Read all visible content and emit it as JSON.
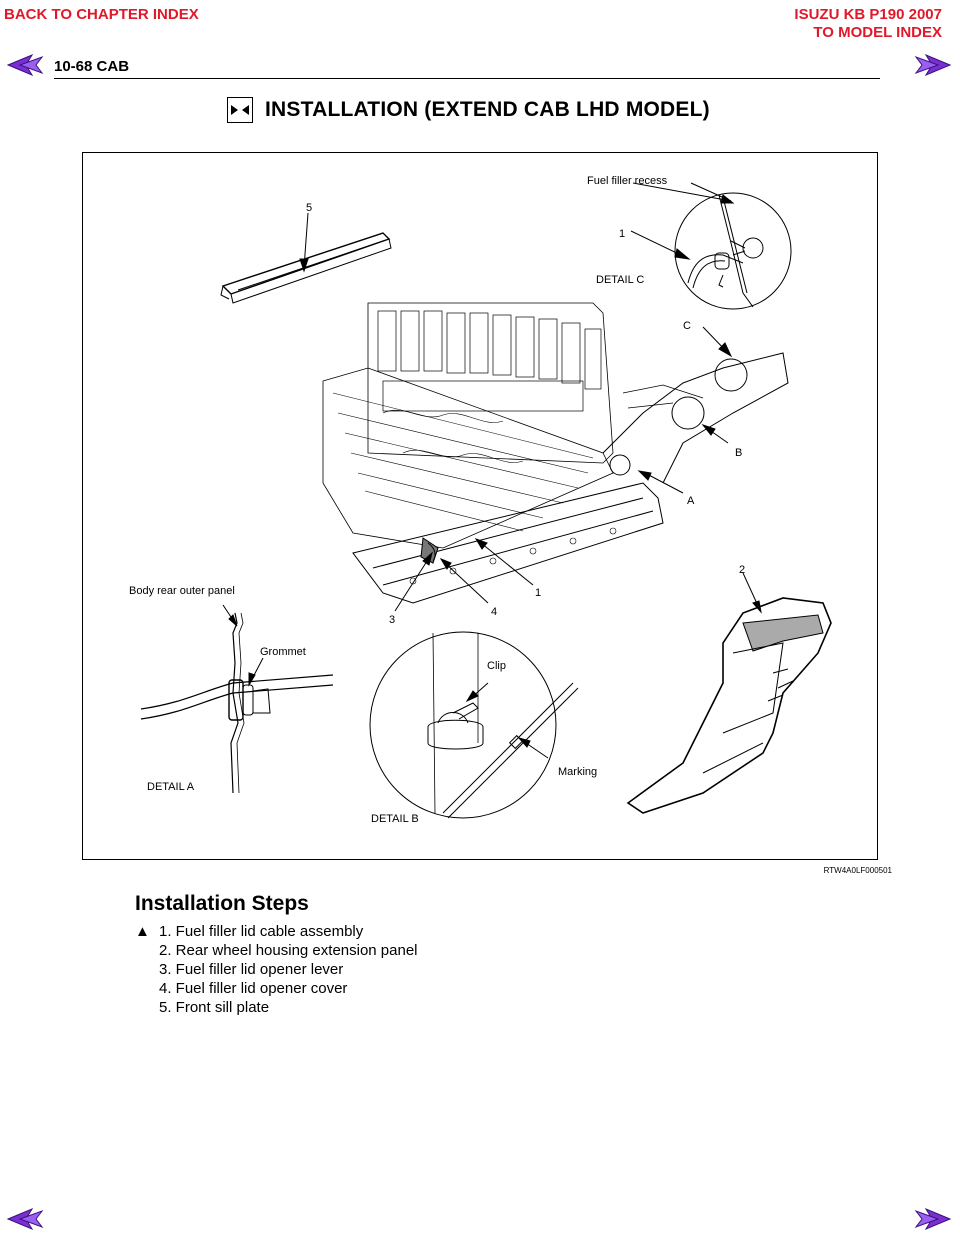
{
  "nav": {
    "back_chapter": "BACK TO CHAPTER INDEX",
    "doc_title": "ISUZU KB P190 2007",
    "model_index": "TO MODEL INDEX"
  },
  "header": {
    "section": "10-68  CAB"
  },
  "title": "INSTALLATION (EXTEND CAB LHD MODEL)",
  "figure": {
    "code": "RTW4A0LF000501",
    "labels": {
      "fuel_filler_recess": "Fuel filler recess",
      "detail_c": "DETAIL C",
      "detail_a": "DETAIL A",
      "detail_b": "DETAIL B",
      "body_rear_outer_panel": "Body rear outer panel",
      "grommet": "Grommet",
      "clip": "Clip",
      "marking": "Marking",
      "callout_1_top": "1",
      "callout_1": "1",
      "callout_2": "2",
      "callout_3": "3",
      "callout_4": "4",
      "callout_5": "5",
      "callout_a": "A",
      "callout_b": "B",
      "callout_c": "C"
    }
  },
  "steps": {
    "title": "Installation Steps",
    "marker": "▲",
    "items": [
      "1. Fuel filler lid cable assembly",
      "2. Rear wheel housing extension panel",
      "3. Fuel filler lid opener lever",
      "4. Fuel filler lid opener cover",
      "5. Front sill plate"
    ]
  },
  "colors": {
    "link": "#e0192a",
    "arrow_fill": "#7b2fd1"
  }
}
